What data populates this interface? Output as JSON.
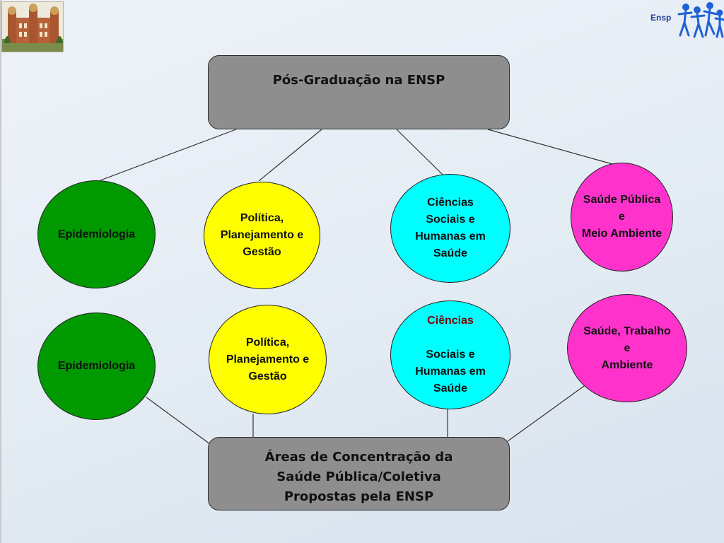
{
  "top_box": {
    "title": "Pós-Graduação na ENSP"
  },
  "bottom_box": {
    "lines": [
      "Áreas de Concentração da",
      "Saúde Pública/Coletiva",
      "Propostas pela ENSP"
    ]
  },
  "logo": {
    "ensp_text": "Ensp"
  },
  "top_row": [
    {
      "label": "Epidemiologia",
      "color": "#009900"
    },
    {
      "label": "Política,\nPlanejamento e\nGestão",
      "color": "#ffff00"
    },
    {
      "label": "Ciências\nSociais e\nHumanas em\nSaúde",
      "color": "#00ffff"
    },
    {
      "label": "Saúde Pública\ne\nMeio Ambiente",
      "color": "#ff33cc"
    }
  ],
  "bottom_row": [
    {
      "label": "Epidemiologia",
      "color": "#009900"
    },
    {
      "label": "Política,\nPlanejamento e\nGestão",
      "color": "#ffff00"
    },
    {
      "first": "Ciências",
      "rest": "Sociais e\nHumanas em\nSaúde",
      "color": "#00ffff"
    },
    {
      "label": "Saúde, Trabalho\ne\nAmbiente",
      "color": "#ff33cc"
    }
  ],
  "colors": {
    "box_fill": "#8e8e8e",
    "line": "#333333"
  }
}
